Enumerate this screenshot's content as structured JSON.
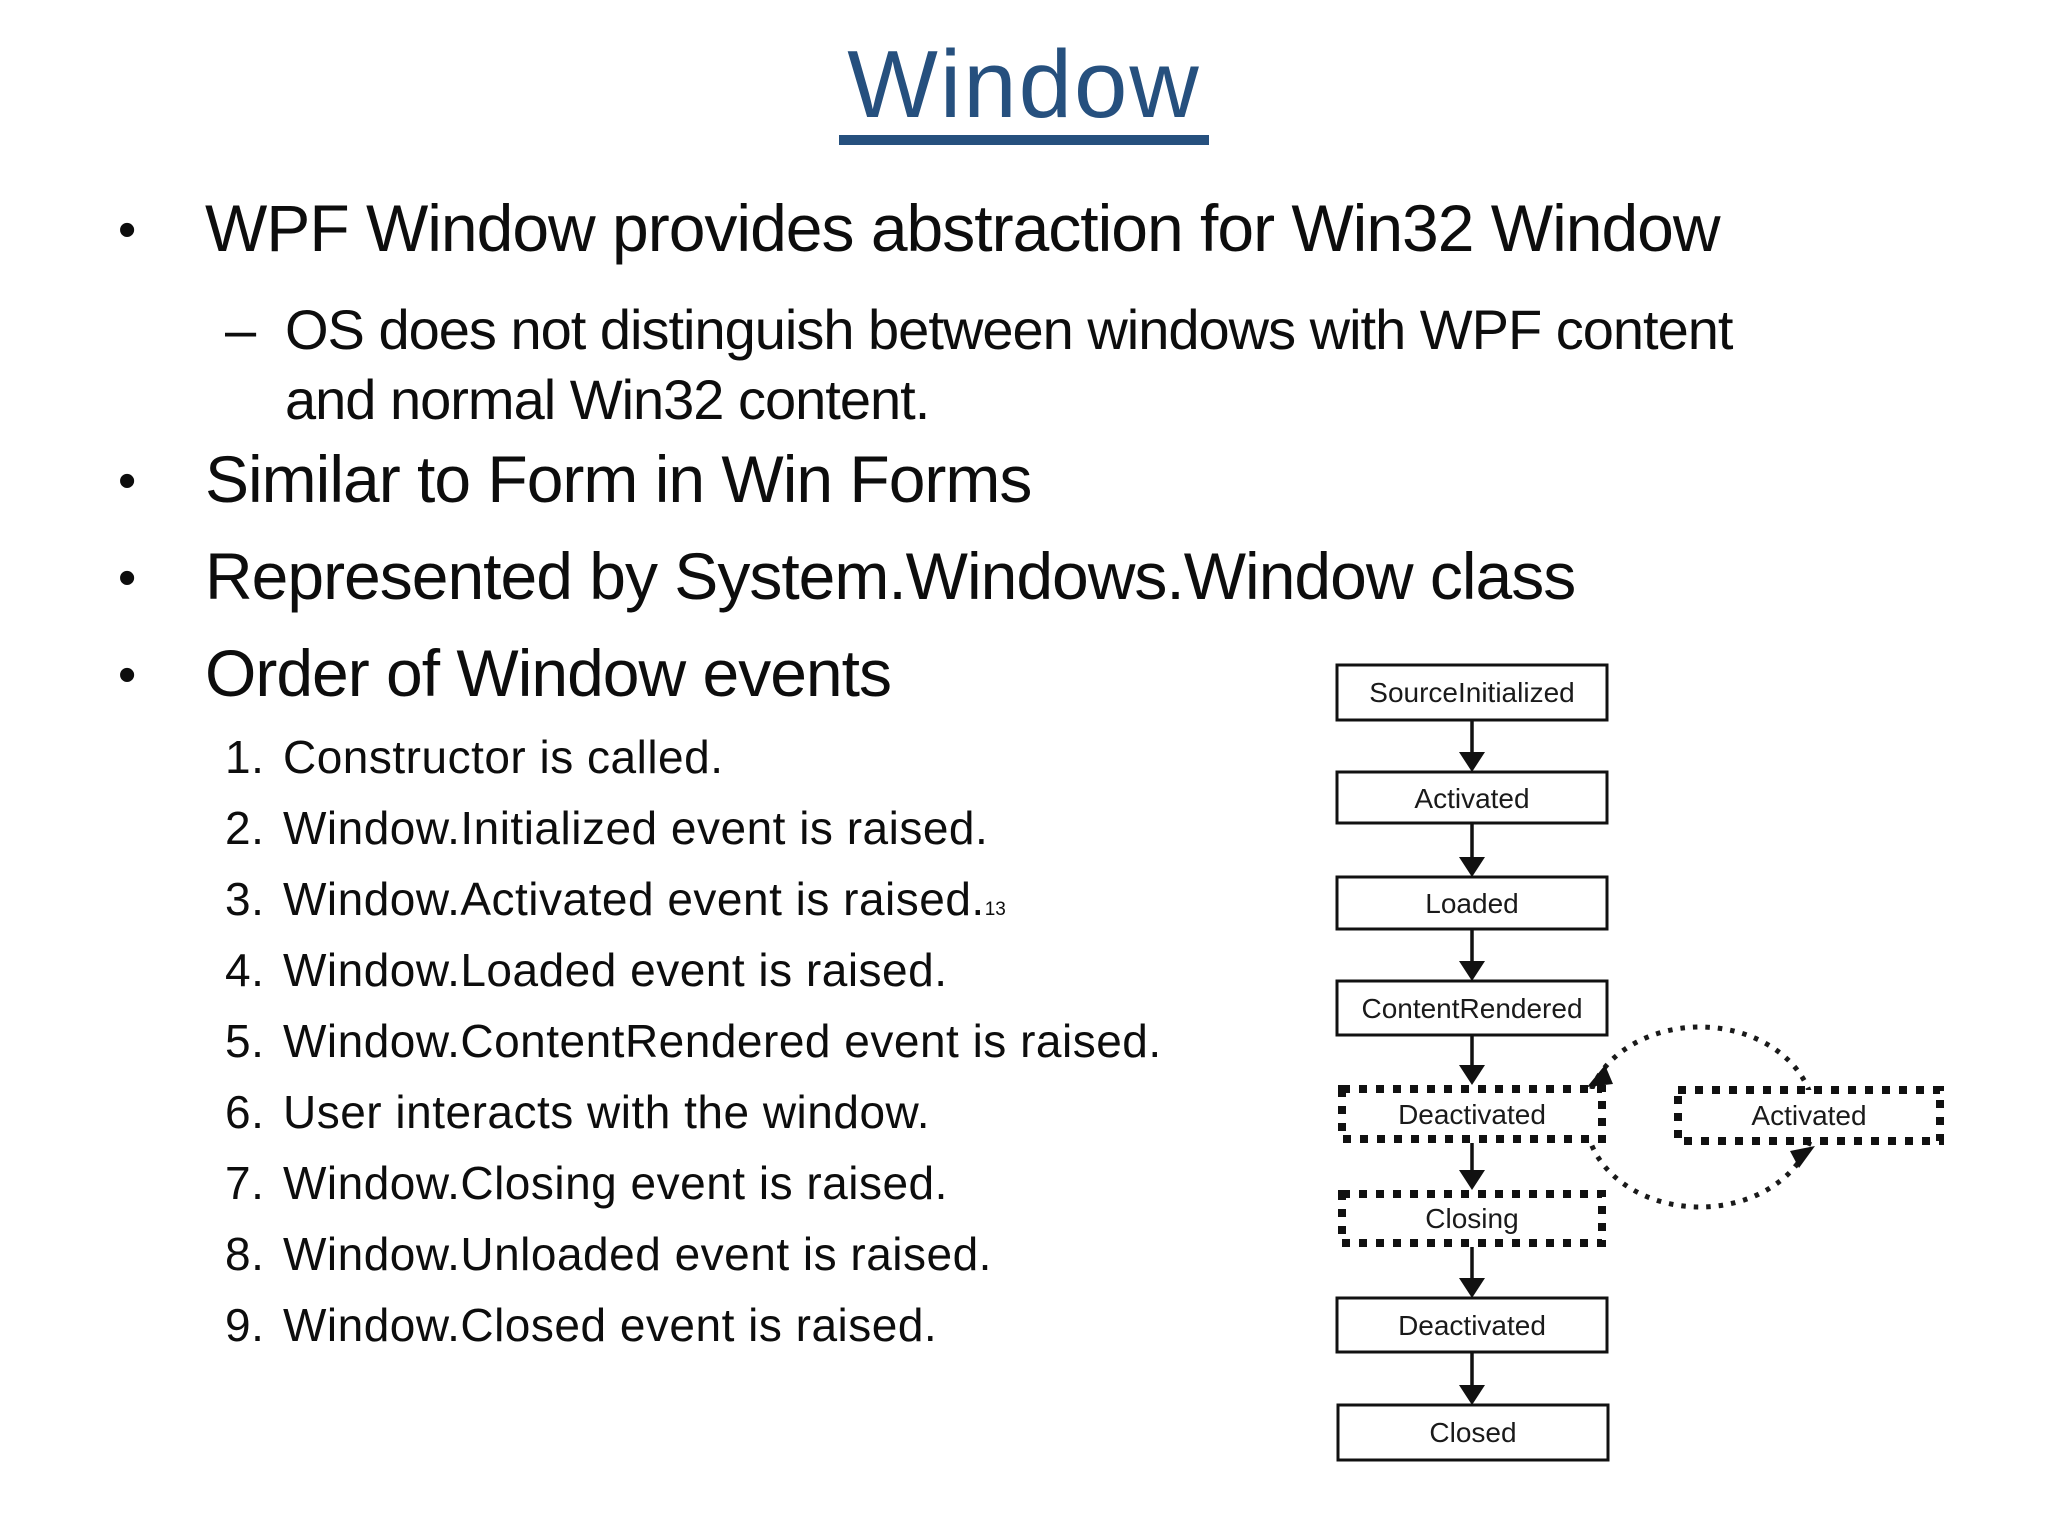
{
  "slide": {
    "title": "Window",
    "bullet_char": "•",
    "dash_char": "–",
    "bullets": {
      "b1": "WPF Window provides abstraction for Win32 Window",
      "sub1_line1": "OS does not distinguish between windows with WPF content",
      "sub1_line2": "and normal Win32 content.",
      "b2": "Similar to Form in Win Forms",
      "b3": "Represented by System.Windows.Window class",
      "b4": "Order of Window events"
    },
    "events": [
      {
        "num": "1.",
        "text": "Constructor is called."
      },
      {
        "num": "2.",
        "text": "Window.Initialized event is raised."
      },
      {
        "num": "3.",
        "text": "Window.Activated event is raised.",
        "note": "13"
      },
      {
        "num": "4.",
        "text": "Window.Loaded event is raised."
      },
      {
        "num": "5.",
        "text": "Window.ContentRendered event is raised."
      },
      {
        "num": "6.",
        "text": "User interacts with the window."
      },
      {
        "num": "7.",
        "text": "Window.Closing event is raised."
      },
      {
        "num": "8.",
        "text": "Window.Unloaded event is raised."
      },
      {
        "num": "9.",
        "text": "Window.Closed event is raised."
      }
    ]
  },
  "colors": {
    "title_blue": "#26507E",
    "body_text": "#0d0d0d",
    "diagram_line": "#1a1a1a"
  },
  "diagram": {
    "nodes": [
      {
        "label": "SourceInitialized",
        "border": "solid"
      },
      {
        "label": "Activated",
        "border": "solid"
      },
      {
        "label": "Loaded",
        "border": "solid"
      },
      {
        "label": "ContentRendered",
        "border": "solid"
      },
      {
        "label": "Deactivated",
        "border": "dotted"
      },
      {
        "label": "Closing",
        "border": "dotted"
      },
      {
        "label": "Deactivated",
        "border": "solid"
      },
      {
        "label": "Closed",
        "border": "solid"
      },
      {
        "label": "Activated",
        "border": "dotted"
      }
    ]
  }
}
